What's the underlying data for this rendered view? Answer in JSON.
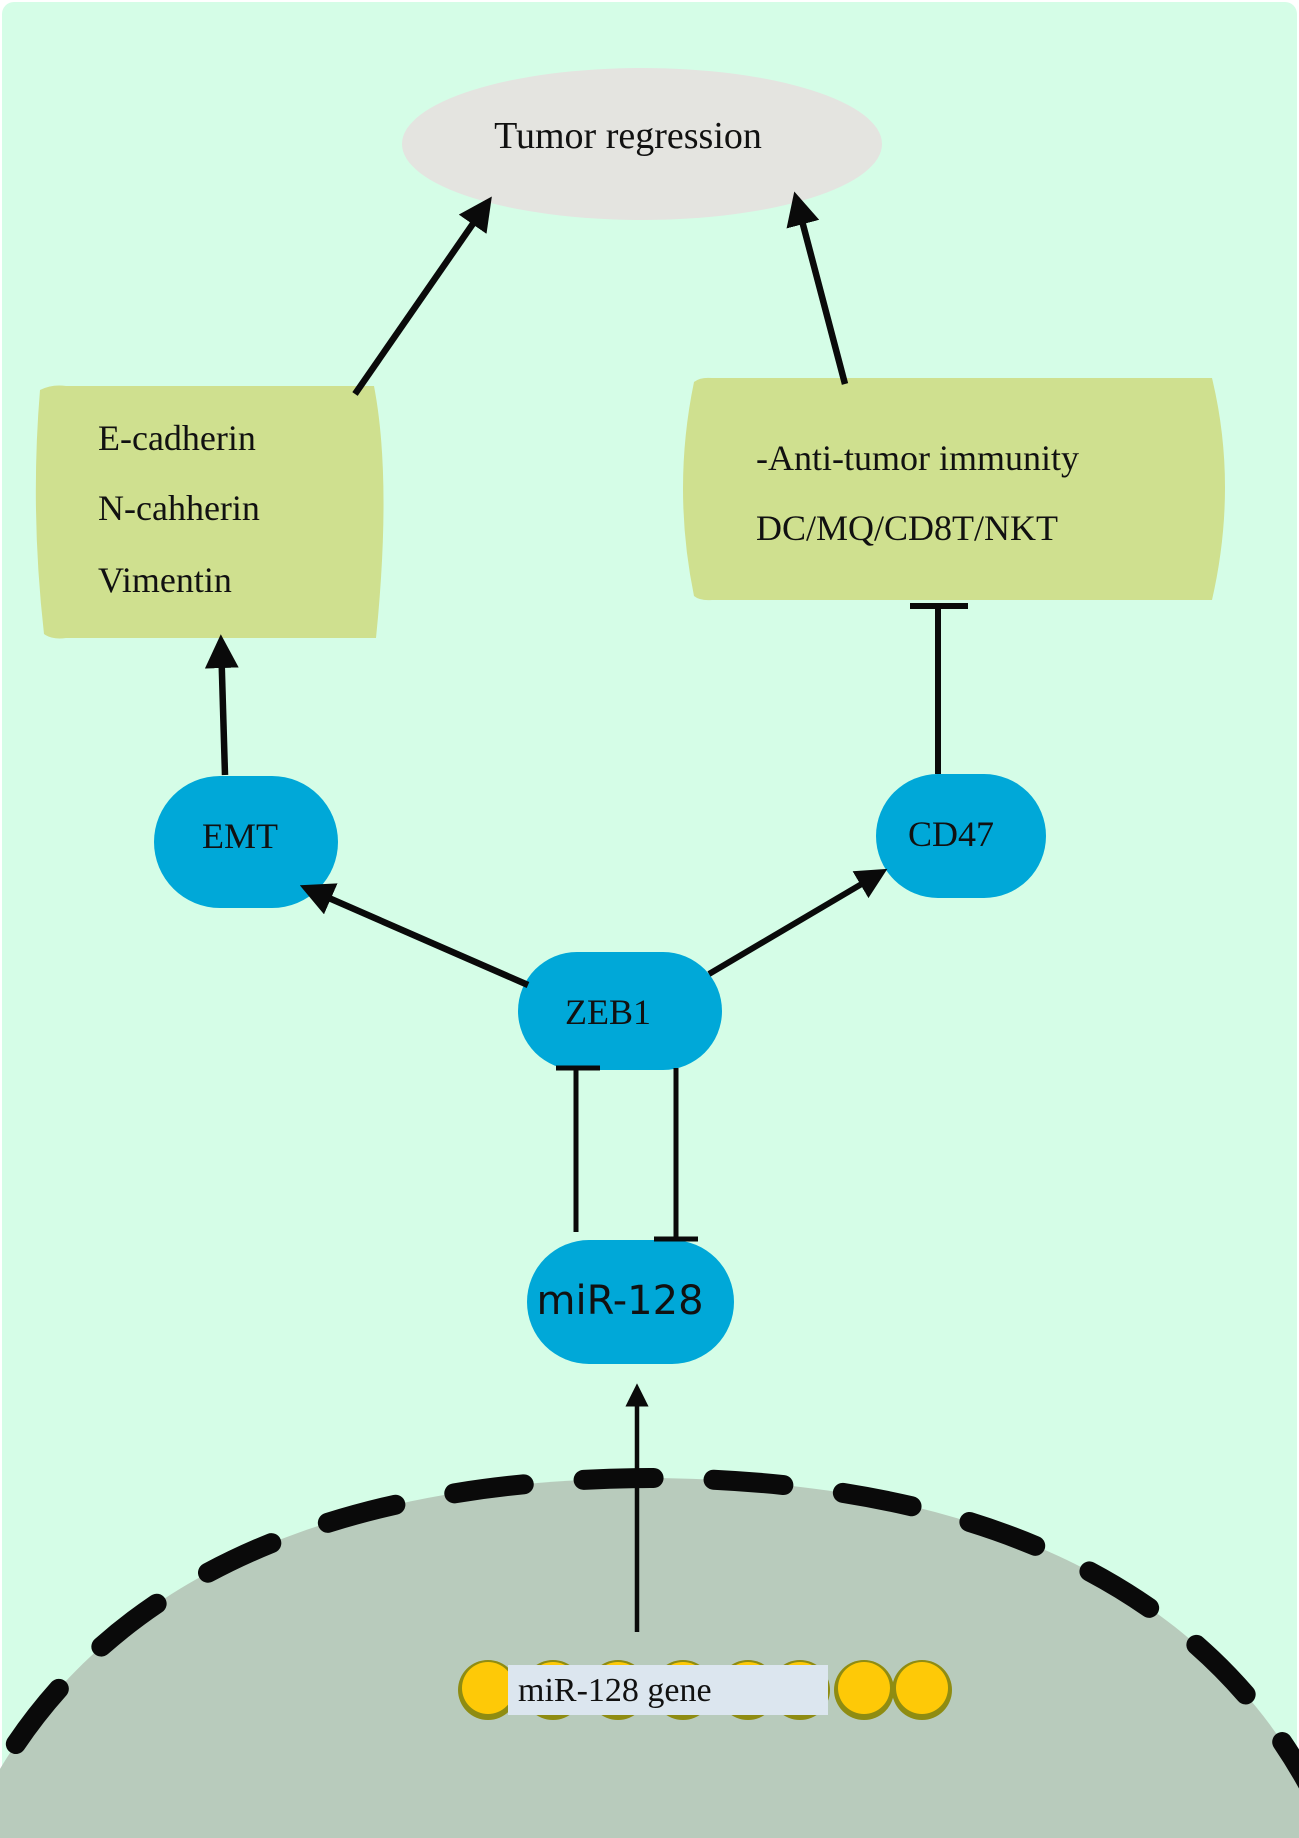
{
  "colors": {
    "background": "#d5fde7",
    "ellipse_fill": "#e4e4e0",
    "box_fill": "#cfe08f",
    "pill_fill": "#00a8d8",
    "nucleus_fill": "#b8cbbc",
    "membrane_dash": "#0a0a0a",
    "arrow": "#0a0a0a",
    "bead_outer": "#8f8c12",
    "bead_inner": "#fec907",
    "gene_label_bg": "#dce6ef"
  },
  "nodes": {
    "outcome": "Tumor regression",
    "emt_markers": [
      "E-cadherin",
      "N-cahherin",
      "Vimentin"
    ],
    "immunity": [
      "-Anti-tumor immunity",
      "DC/MQ/CD8T/NKT"
    ],
    "emt": "EMT",
    "cd47": "CD47",
    "zeb1": "ZEB1",
    "mir128": "miR-128",
    "gene": "miR-128 gene"
  },
  "edges": [
    {
      "from": "emt_markers",
      "to": "outcome",
      "type": "activation"
    },
    {
      "from": "immunity",
      "to": "outcome",
      "type": "activation"
    },
    {
      "from": "emt",
      "to": "emt_markers",
      "type": "activation"
    },
    {
      "from": "cd47",
      "to": "immunity",
      "type": "inhibition"
    },
    {
      "from": "zeb1",
      "to": "emt",
      "type": "activation"
    },
    {
      "from": "zeb1",
      "to": "cd47",
      "type": "activation"
    },
    {
      "from": "mir128",
      "to": "zeb1",
      "type": "inhibition"
    },
    {
      "from": "zeb1",
      "to": "mir128",
      "type": "inhibition"
    },
    {
      "from": "gene",
      "to": "mir128",
      "type": "activation"
    }
  ],
  "icons": {
    "gene_beads": "chromatin-bead-icon",
    "membrane": "nuclear-membrane-dashed"
  }
}
